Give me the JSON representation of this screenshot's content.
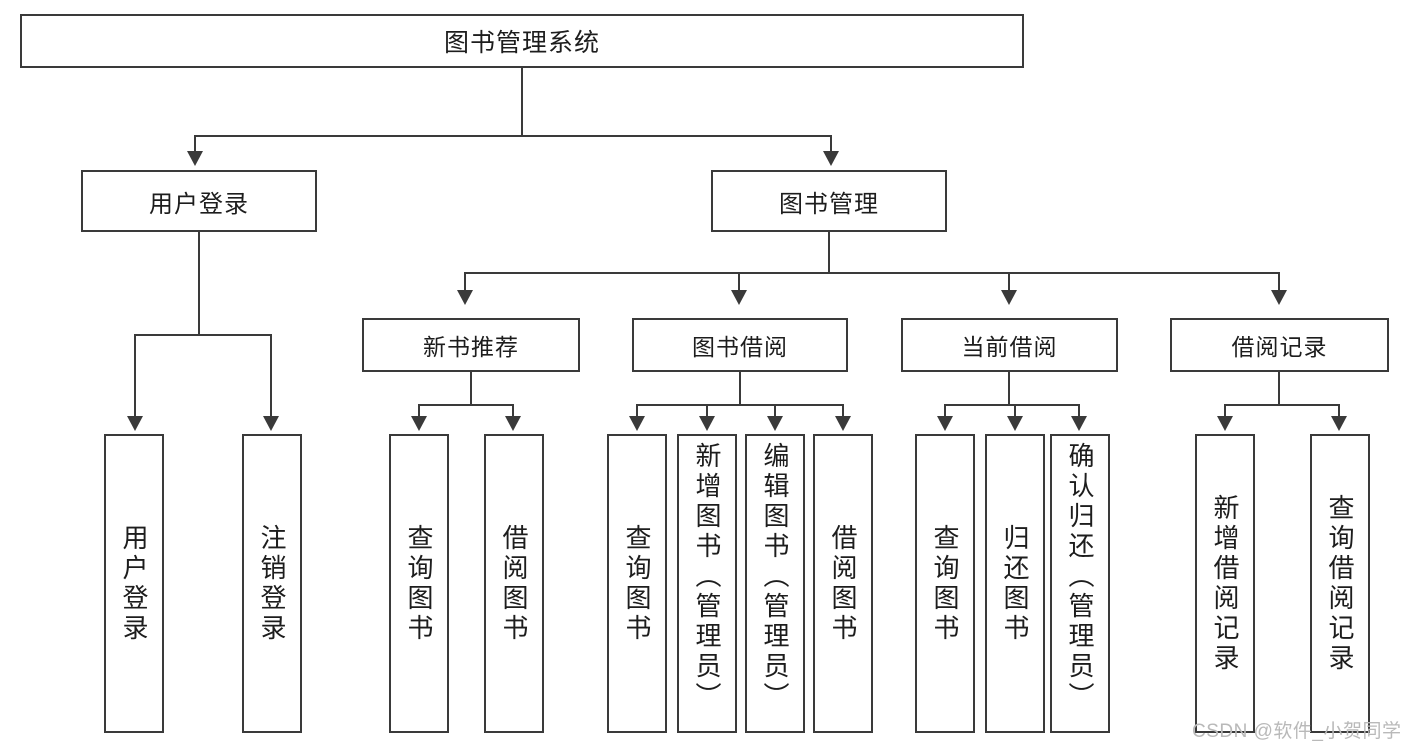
{
  "diagram": {
    "title_text": "图书管理系统",
    "watermark": "CSDN @软件_小贺同学",
    "root": {
      "label": "图书管理系统"
    },
    "level1": [
      {
        "label": "用户登录"
      },
      {
        "label": "图书管理"
      }
    ],
    "level2": [
      {
        "label": "新书推荐"
      },
      {
        "label": "图书借阅"
      },
      {
        "label": "当前借阅"
      },
      {
        "label": "借阅记录"
      }
    ],
    "leaves": [
      {
        "label": "用户登录"
      },
      {
        "label": "注销登录"
      },
      {
        "label": "查询图书"
      },
      {
        "label": "借阅图书"
      },
      {
        "label": "查询图书"
      },
      {
        "label": "新增图书（管理员）"
      },
      {
        "label": "编辑图书（管理员）"
      },
      {
        "label": "借阅图书"
      },
      {
        "label": "查询图书"
      },
      {
        "label": "归还图书"
      },
      {
        "label": "确认归还（管理员）"
      },
      {
        "label": "新增借阅记录"
      },
      {
        "label": "查询借阅记录"
      }
    ],
    "colors": {
      "stroke": "#3a3a3a",
      "background": "#ffffff",
      "text": "#1d1d1d",
      "watermark": "#b9b9b9"
    }
  }
}
